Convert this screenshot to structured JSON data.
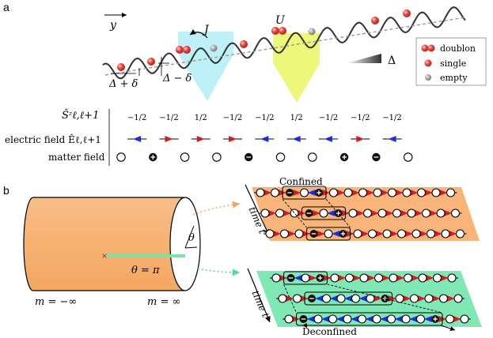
{
  "panel_a": {
    "label": "a",
    "y_axis_label": "y",
    "hopping_label": "J",
    "interaction_label": "U",
    "tilt_label": "Δ",
    "offset_plus_label": "Δ + δ",
    "offset_minus_label": "Δ − δ",
    "legend": {
      "items": [
        {
          "label": "doublon",
          "kind": "doublon"
        },
        {
          "label": "single",
          "kind": "single"
        },
        {
          "label": "empty",
          "kind": "empty"
        }
      ]
    },
    "rows": {
      "spin_label": "Ŝᶻℓ,ℓ+1",
      "electric_label": "electric field Êℓ,ℓ+1",
      "matter_label": "matter field"
    },
    "spin_values": [
      "−1/2",
      "−1/2",
      "1/2",
      "−1/2",
      "−1/2",
      "1/2",
      "−1/2",
      "−1/2",
      "−1/2"
    ],
    "electric_directions": [
      "left",
      "right",
      "right",
      "right",
      "left",
      "left",
      "left",
      "right",
      "left"
    ],
    "matter_charges": [
      "0",
      "+",
      "0",
      "0",
      "−",
      "0",
      "0",
      "+",
      "−",
      "0"
    ]
  },
  "panel_b": {
    "label": "b",
    "theta_label": "θ",
    "theta_pi_label": "θ = π",
    "m_minus_label": "m = −∞",
    "m_plus_label": "m = ∞",
    "time_label": "time t",
    "confined_label": "Confined",
    "deconfined_label": "Deconfined"
  },
  "colors": {
    "red_arrow": "#d41e1e",
    "blue_arrow": "#1c2fe0",
    "cylinder": "#f7b577",
    "confined_bg": "#f9b47a",
    "deconfined_bg": "#7fe8b5",
    "cyan_beam": "#bdf1f7",
    "yellow_beam": "#eef77a",
    "particle_red": "#e8453e",
    "particle_empty": "#9a9a9a"
  }
}
